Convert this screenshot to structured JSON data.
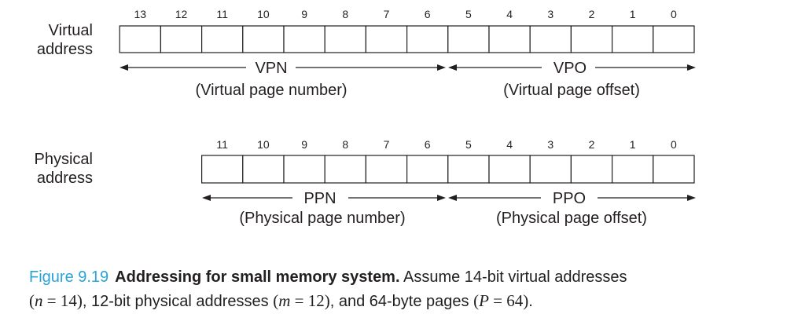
{
  "virtual": {
    "label_line1": "Virtual",
    "label_line2": "address",
    "bits": [
      "13",
      "12",
      "11",
      "10",
      "9",
      "8",
      "7",
      "6",
      "5",
      "4",
      "3",
      "2",
      "1",
      "0"
    ],
    "field_left": "VPN",
    "field_left_desc": "(Virtual page number)",
    "field_right": "VPO",
    "field_right_desc": "(Virtual page offset)"
  },
  "physical": {
    "label_line1": "Physical",
    "label_line2": "address",
    "bits": [
      "11",
      "10",
      "9",
      "8",
      "7",
      "6",
      "5",
      "4",
      "3",
      "2",
      "1",
      "0"
    ],
    "field_left": "PPN",
    "field_left_desc": "(Physical page number)",
    "field_right": "PPO",
    "field_right_desc": "(Physical page offset)"
  },
  "caption": {
    "figure_number": "Figure 9.19",
    "title": "Addressing for small memory system.",
    "text_1": " Assume 14-bit virtual addresses",
    "math_n_open": "(",
    "math_n_var": "n",
    "math_n_rest": " = 14)",
    "text_2": ", 12-bit physical addresses ",
    "math_m_open": "(",
    "math_m_var": "m",
    "math_m_rest": " = 12)",
    "text_3": ", and 64-byte pages ",
    "math_p_open": "(",
    "math_p_var": "P",
    "math_p_rest": " = 64)",
    "text_4": "."
  }
}
